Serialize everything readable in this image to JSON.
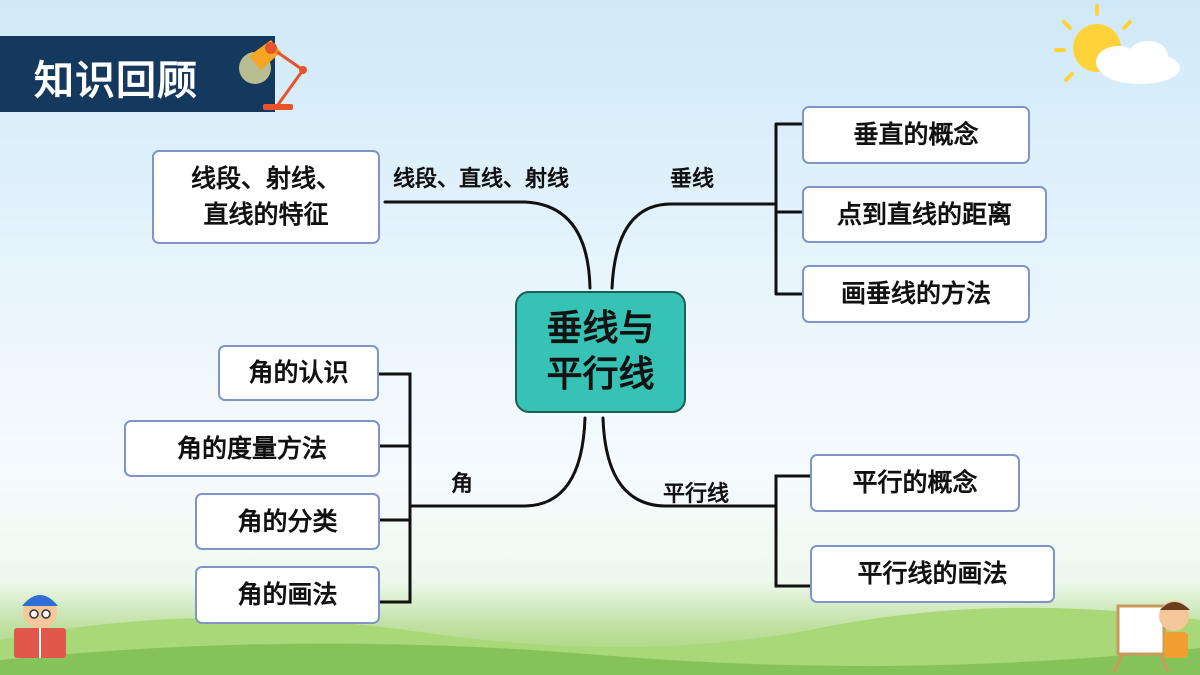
{
  "header": {
    "title": "知识回顾"
  },
  "center": {
    "line1": "垂线与",
    "line2": "平行线"
  },
  "branches": {
    "segments": {
      "label": "线段、直线、射线",
      "node_line1": "线段、射线、",
      "node_line2": "直线的特征"
    },
    "perpendicular": {
      "label": "垂线",
      "items": [
        "垂直的概念",
        "点到直线的距离",
        "画垂线的方法"
      ]
    },
    "angle": {
      "label": "角",
      "items": [
        "角的认识",
        "角的度量方法",
        "角的分类",
        "角的画法"
      ]
    },
    "parallel": {
      "label": "平行线",
      "items": [
        "平行的概念",
        "平行线的画法"
      ]
    }
  },
  "colors": {
    "title_bar": "#14385e",
    "center_fill": "#36c2b4",
    "node_border": "#7f95c7"
  },
  "icons": [
    "desk-lamp-icon",
    "sun-cloud-icon",
    "reading-kid-icon",
    "painting-kid-icon"
  ]
}
